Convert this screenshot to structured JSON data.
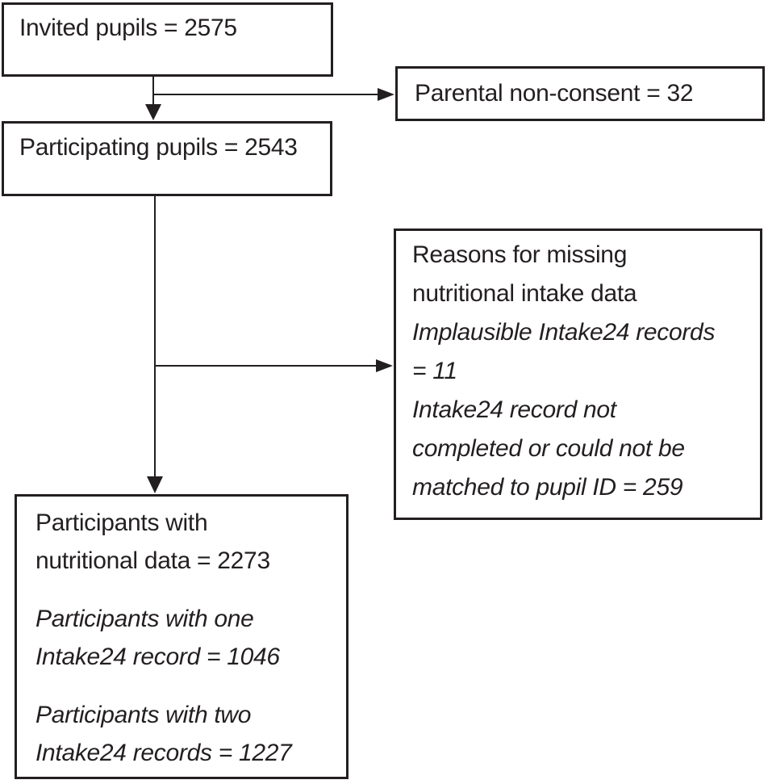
{
  "flowchart": {
    "description": "Participant flow diagram of pupils providing nutritional intake data",
    "colors": {
      "line": "#231f20",
      "text": "#231f20",
      "background": "#ffffff"
    },
    "boxes": {
      "invited": {
        "lines": [
          "Invited pupils = 2575"
        ]
      },
      "parental_non_consent": {
        "lines": [
          "Parental non-consent = 32"
        ]
      },
      "participating": {
        "lines": [
          "Participating pupils = 2543"
        ]
      },
      "missing_reasons": {
        "lines": [
          "Reasons for missing",
          "nutritional intake data",
          "Implausible Intake24 records",
          "= 11",
          "Intake24 record not",
          "completed or could not be",
          "matched to pupil ID = 259"
        ]
      },
      "nutritional_data": {
        "paragraphs": [
          [
            "Participants with",
            "nutritional data = 2273"
          ],
          [
            "Participants with one",
            "Intake24 record = 1046"
          ],
          [
            "Participants with two",
            "Intake24 records = 1227"
          ]
        ]
      }
    },
    "counts": {
      "invited_pupils": 2575,
      "parental_non_consent": 32,
      "participating_pupils": 2543,
      "implausible_intake24_records": 11,
      "not_completed_or_unmatched": 259,
      "participants_with_nutritional_data": 2273,
      "participants_with_one_record": 1046,
      "participants_with_two_records": 1227
    }
  }
}
